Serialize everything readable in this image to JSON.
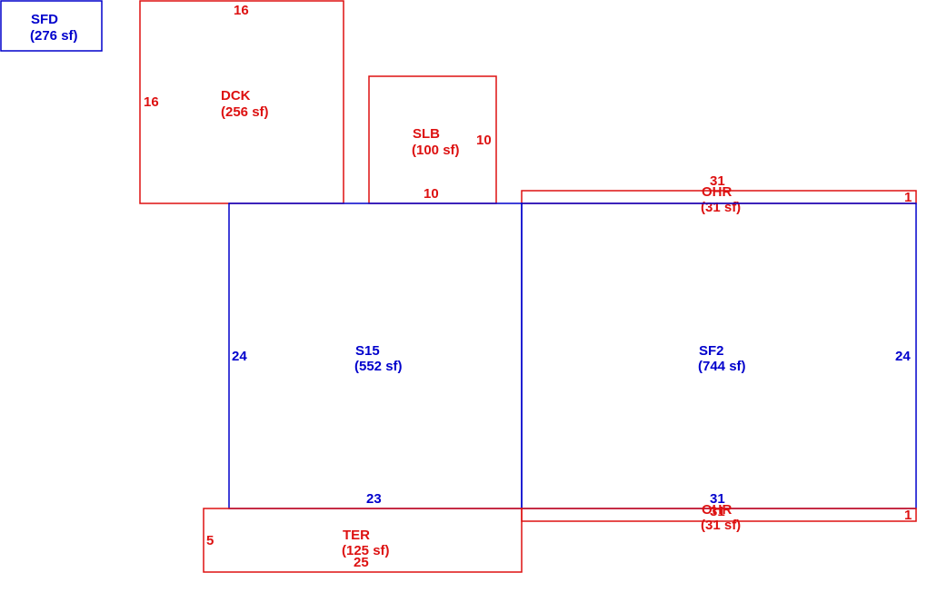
{
  "colors": {
    "living": "#0000cc",
    "exterior": "#dd1111",
    "background": "#ffffff"
  },
  "areas": {
    "sfd": {
      "code": "SFD",
      "area": "(276 sf)"
    },
    "dck": {
      "code": "DCK",
      "area": "(256 sf)",
      "dims": {
        "top": "16",
        "left": "16"
      }
    },
    "slb": {
      "code": "SLB",
      "area": "(100 sf)",
      "dims": {
        "right": "10",
        "bottom": "10"
      }
    },
    "s15": {
      "code": "S15",
      "area": "(552 sf)",
      "dims": {
        "left": "24",
        "bottom": "23"
      }
    },
    "sf2": {
      "code": "SF2",
      "area": "(744 sf)",
      "dims": {
        "right": "24",
        "bottom": "31"
      }
    },
    "ohr_top": {
      "code": "OHR",
      "area": "(31 sf)",
      "dims": {
        "top": "31",
        "right": "1"
      }
    },
    "ohr_bottom": {
      "code": "OHR",
      "area": "(31 sf)",
      "dims": {
        "top": "31",
        "right": "1"
      }
    },
    "ter": {
      "code": "TER",
      "area": "(125 sf)",
      "dims": {
        "left": "5",
        "bottom": "25"
      }
    }
  }
}
